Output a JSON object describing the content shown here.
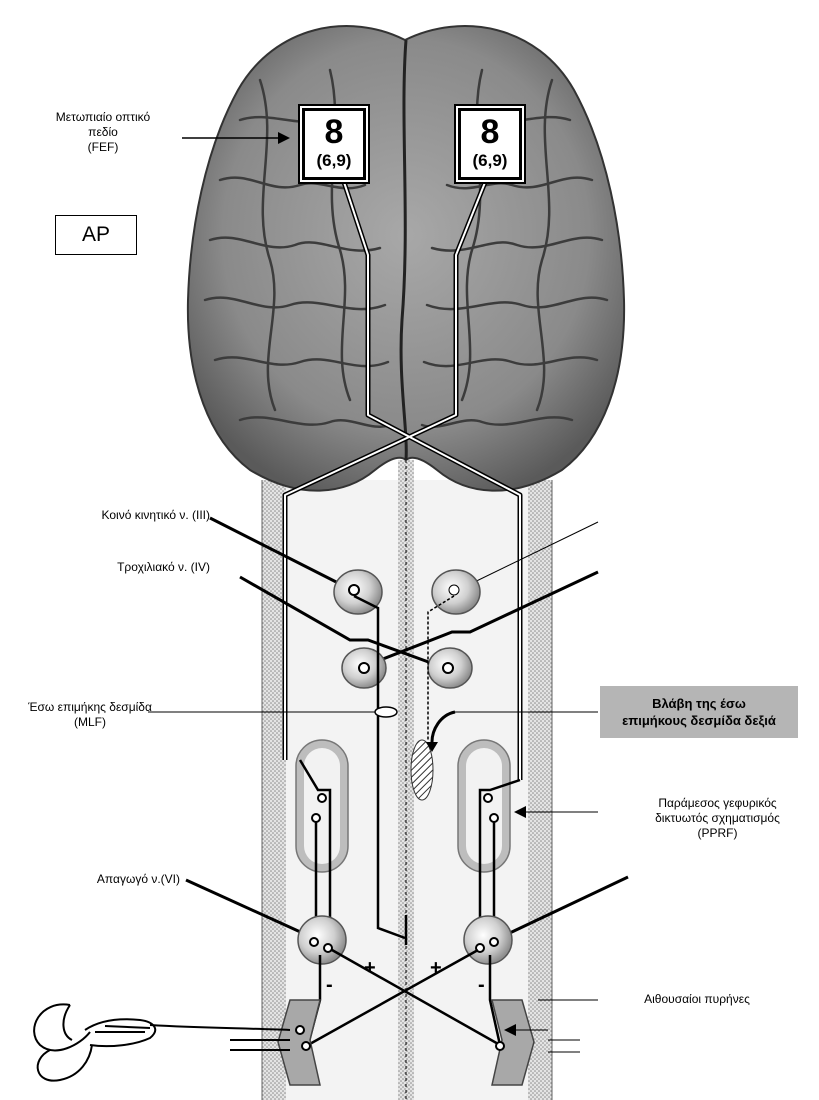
{
  "fef_label": "Μετωπιαίο οπτικό\nπεδίο\n(FEF)",
  "fef_left": {
    "number": "8",
    "areas": "(6,9)"
  },
  "fef_right": {
    "number": "8",
    "areas": "(6,9)"
  },
  "ap_label": "AP",
  "oculomotor_label": "Κοινό κινητικό ν. (III)",
  "trochlear_label": "Τροχιλιακό ν. (IV)",
  "mlf_label": "Έσω επιμήκης δεσμίδα\n(MLF)",
  "lesion_label": "Βλάβη της έσω\nεπιμήκους δεσμίδα δεξιά",
  "pprf_label": "Παράμεσος γεφυρικός\nδικτυωτός σχηματισμός\n(PPRF)",
  "abducens_label": "Απαγωγό ν.(VI)",
  "vestibular_label": "Αιθουσαίοι πυρήνες",
  "signs": {
    "plus_left": "+",
    "plus_right": "+",
    "minus_left": "-",
    "minus_right": "-"
  },
  "colors": {
    "brain": "#8c8c8c",
    "lesion_box": "#b5b5b5",
    "stem_shade": "#d9d9d9"
  }
}
